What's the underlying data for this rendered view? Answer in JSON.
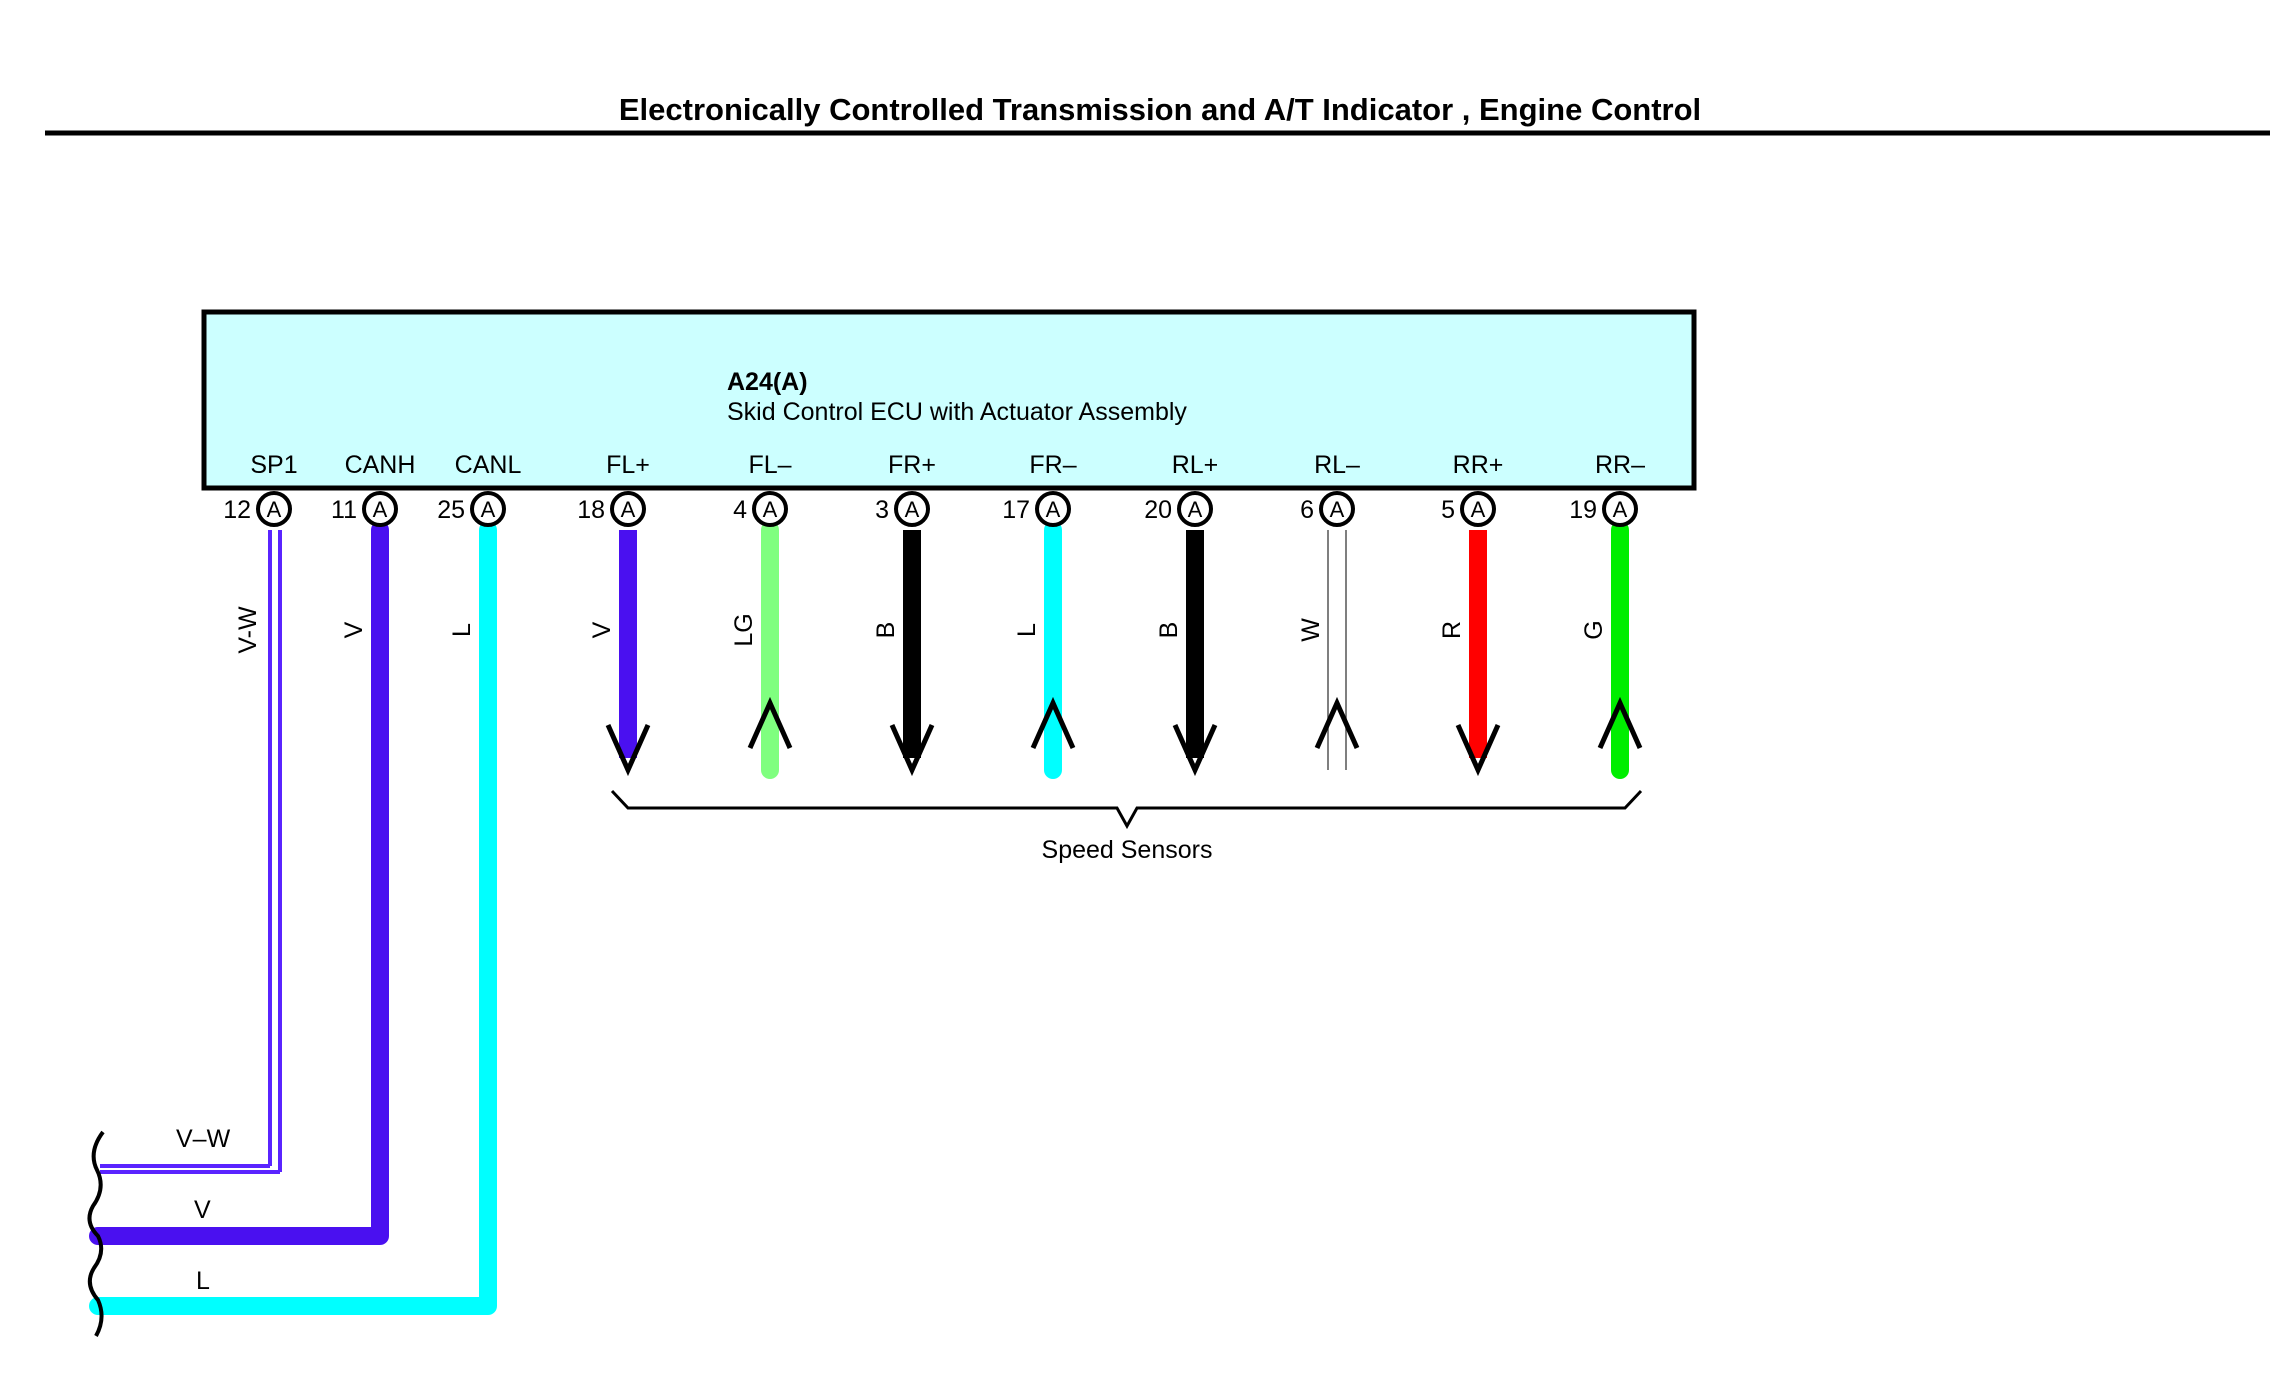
{
  "header": {
    "title": "Electronically Controlled Transmission and A/T Indicator , Engine Control"
  },
  "ecu": {
    "code": "A24(A)",
    "name": "Skid Control ECU with Actuator Assembly",
    "fill_color": "#ccffff"
  },
  "terminals": [
    {
      "name": "SP1",
      "pin": "12",
      "connector": "A",
      "wire": "V-W",
      "style": "double",
      "color": "#5a24ff"
    },
    {
      "name": "CANH",
      "pin": "11",
      "connector": "A",
      "wire": "V",
      "style": "thick",
      "color": "#4a10f0"
    },
    {
      "name": "CANL",
      "pin": "25",
      "connector": "A",
      "wire": "L",
      "style": "thick",
      "color": "#00ffff"
    },
    {
      "name": "FL+",
      "pin": "18",
      "connector": "A",
      "wire": "V",
      "style": "out",
      "color": "#4a10f0"
    },
    {
      "name": "FL–",
      "pin": "4",
      "connector": "A",
      "wire": "LG",
      "style": "in",
      "color": "#7fff7f"
    },
    {
      "name": "FR+",
      "pin": "3",
      "connector": "A",
      "wire": "B",
      "style": "out",
      "color": "#000000"
    },
    {
      "name": "FR–",
      "pin": "17",
      "connector": "A",
      "wire": "L",
      "style": "in",
      "color": "#00ffff"
    },
    {
      "name": "RL+",
      "pin": "20",
      "connector": "A",
      "wire": "B",
      "style": "out",
      "color": "#000000"
    },
    {
      "name": "RL–",
      "pin": "6",
      "connector": "A",
      "wire": "W",
      "style": "in-white",
      "color": "#ffffff"
    },
    {
      "name": "RR+",
      "pin": "5",
      "connector": "A",
      "wire": "R",
      "style": "out",
      "color": "#ff0000"
    },
    {
      "name": "RR–",
      "pin": "19",
      "connector": "A",
      "wire": "G",
      "style": "in",
      "color": "#00ee00"
    }
  ],
  "speed_sensors_label": "Speed Sensors",
  "left_wires": [
    {
      "label": "V–W"
    },
    {
      "label": "V"
    },
    {
      "label": "L"
    }
  ]
}
